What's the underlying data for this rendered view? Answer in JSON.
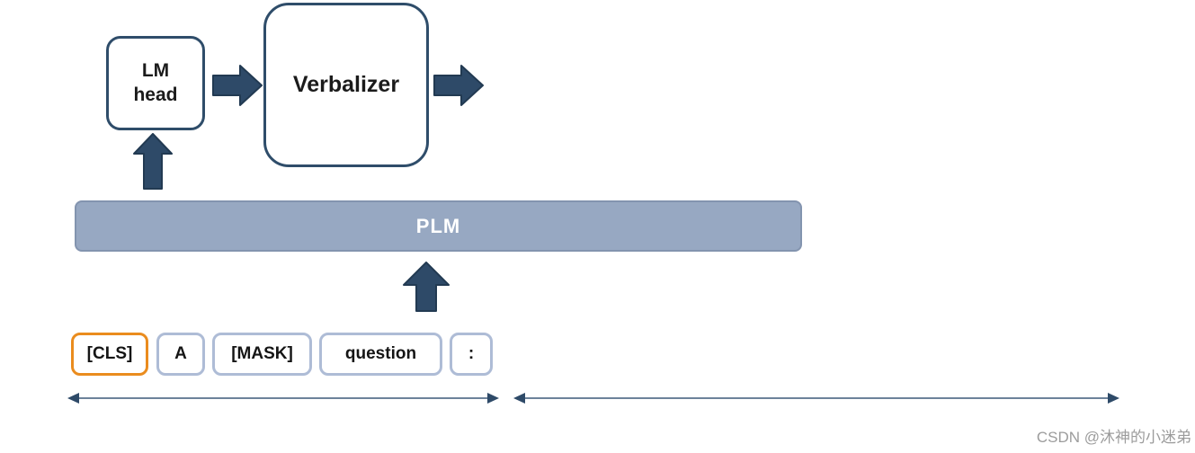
{
  "diagram": {
    "lm_head": {
      "label_line1": "LM",
      "label_line2": "head"
    },
    "verbalizer": {
      "label": "Verbalizer"
    },
    "plm": {
      "label": "PLM"
    },
    "tokens": [
      {
        "text": "[CLS]",
        "highlighted": true
      },
      {
        "text": "A",
        "highlighted": false
      },
      {
        "text": "[MASK]",
        "highlighted": false
      },
      {
        "text": "question",
        "highlighted": false
      },
      {
        "text": ":",
        "highlighted": false
      }
    ],
    "icons": {
      "arrow_lm_to_verbalizer": "right-block-arrow",
      "arrow_out_of_verbalizer": "right-block-arrow",
      "arrow_plm_to_lm_head": "up-block-arrow",
      "arrow_tokens_to_plm": "up-block-arrow",
      "span_left": "double-headed-arrow",
      "span_right": "double-headed-arrow"
    },
    "colors": {
      "node_border": "#2f4d6a",
      "arrow_fill": "#2e4a68",
      "arrow_stroke": "#223a52",
      "plm_fill": "#97a8c2",
      "plm_border": "#8394af",
      "plm_text": "#ffffff",
      "token_border_default": "#aebcd6",
      "token_border_highlight": "#ea8c1e",
      "span_line": "#3b5878",
      "watermark_text_color": "#9c9c9c",
      "background": "#ffffff"
    }
  },
  "watermark": {
    "text": "CSDN @沐神的小迷弟"
  }
}
